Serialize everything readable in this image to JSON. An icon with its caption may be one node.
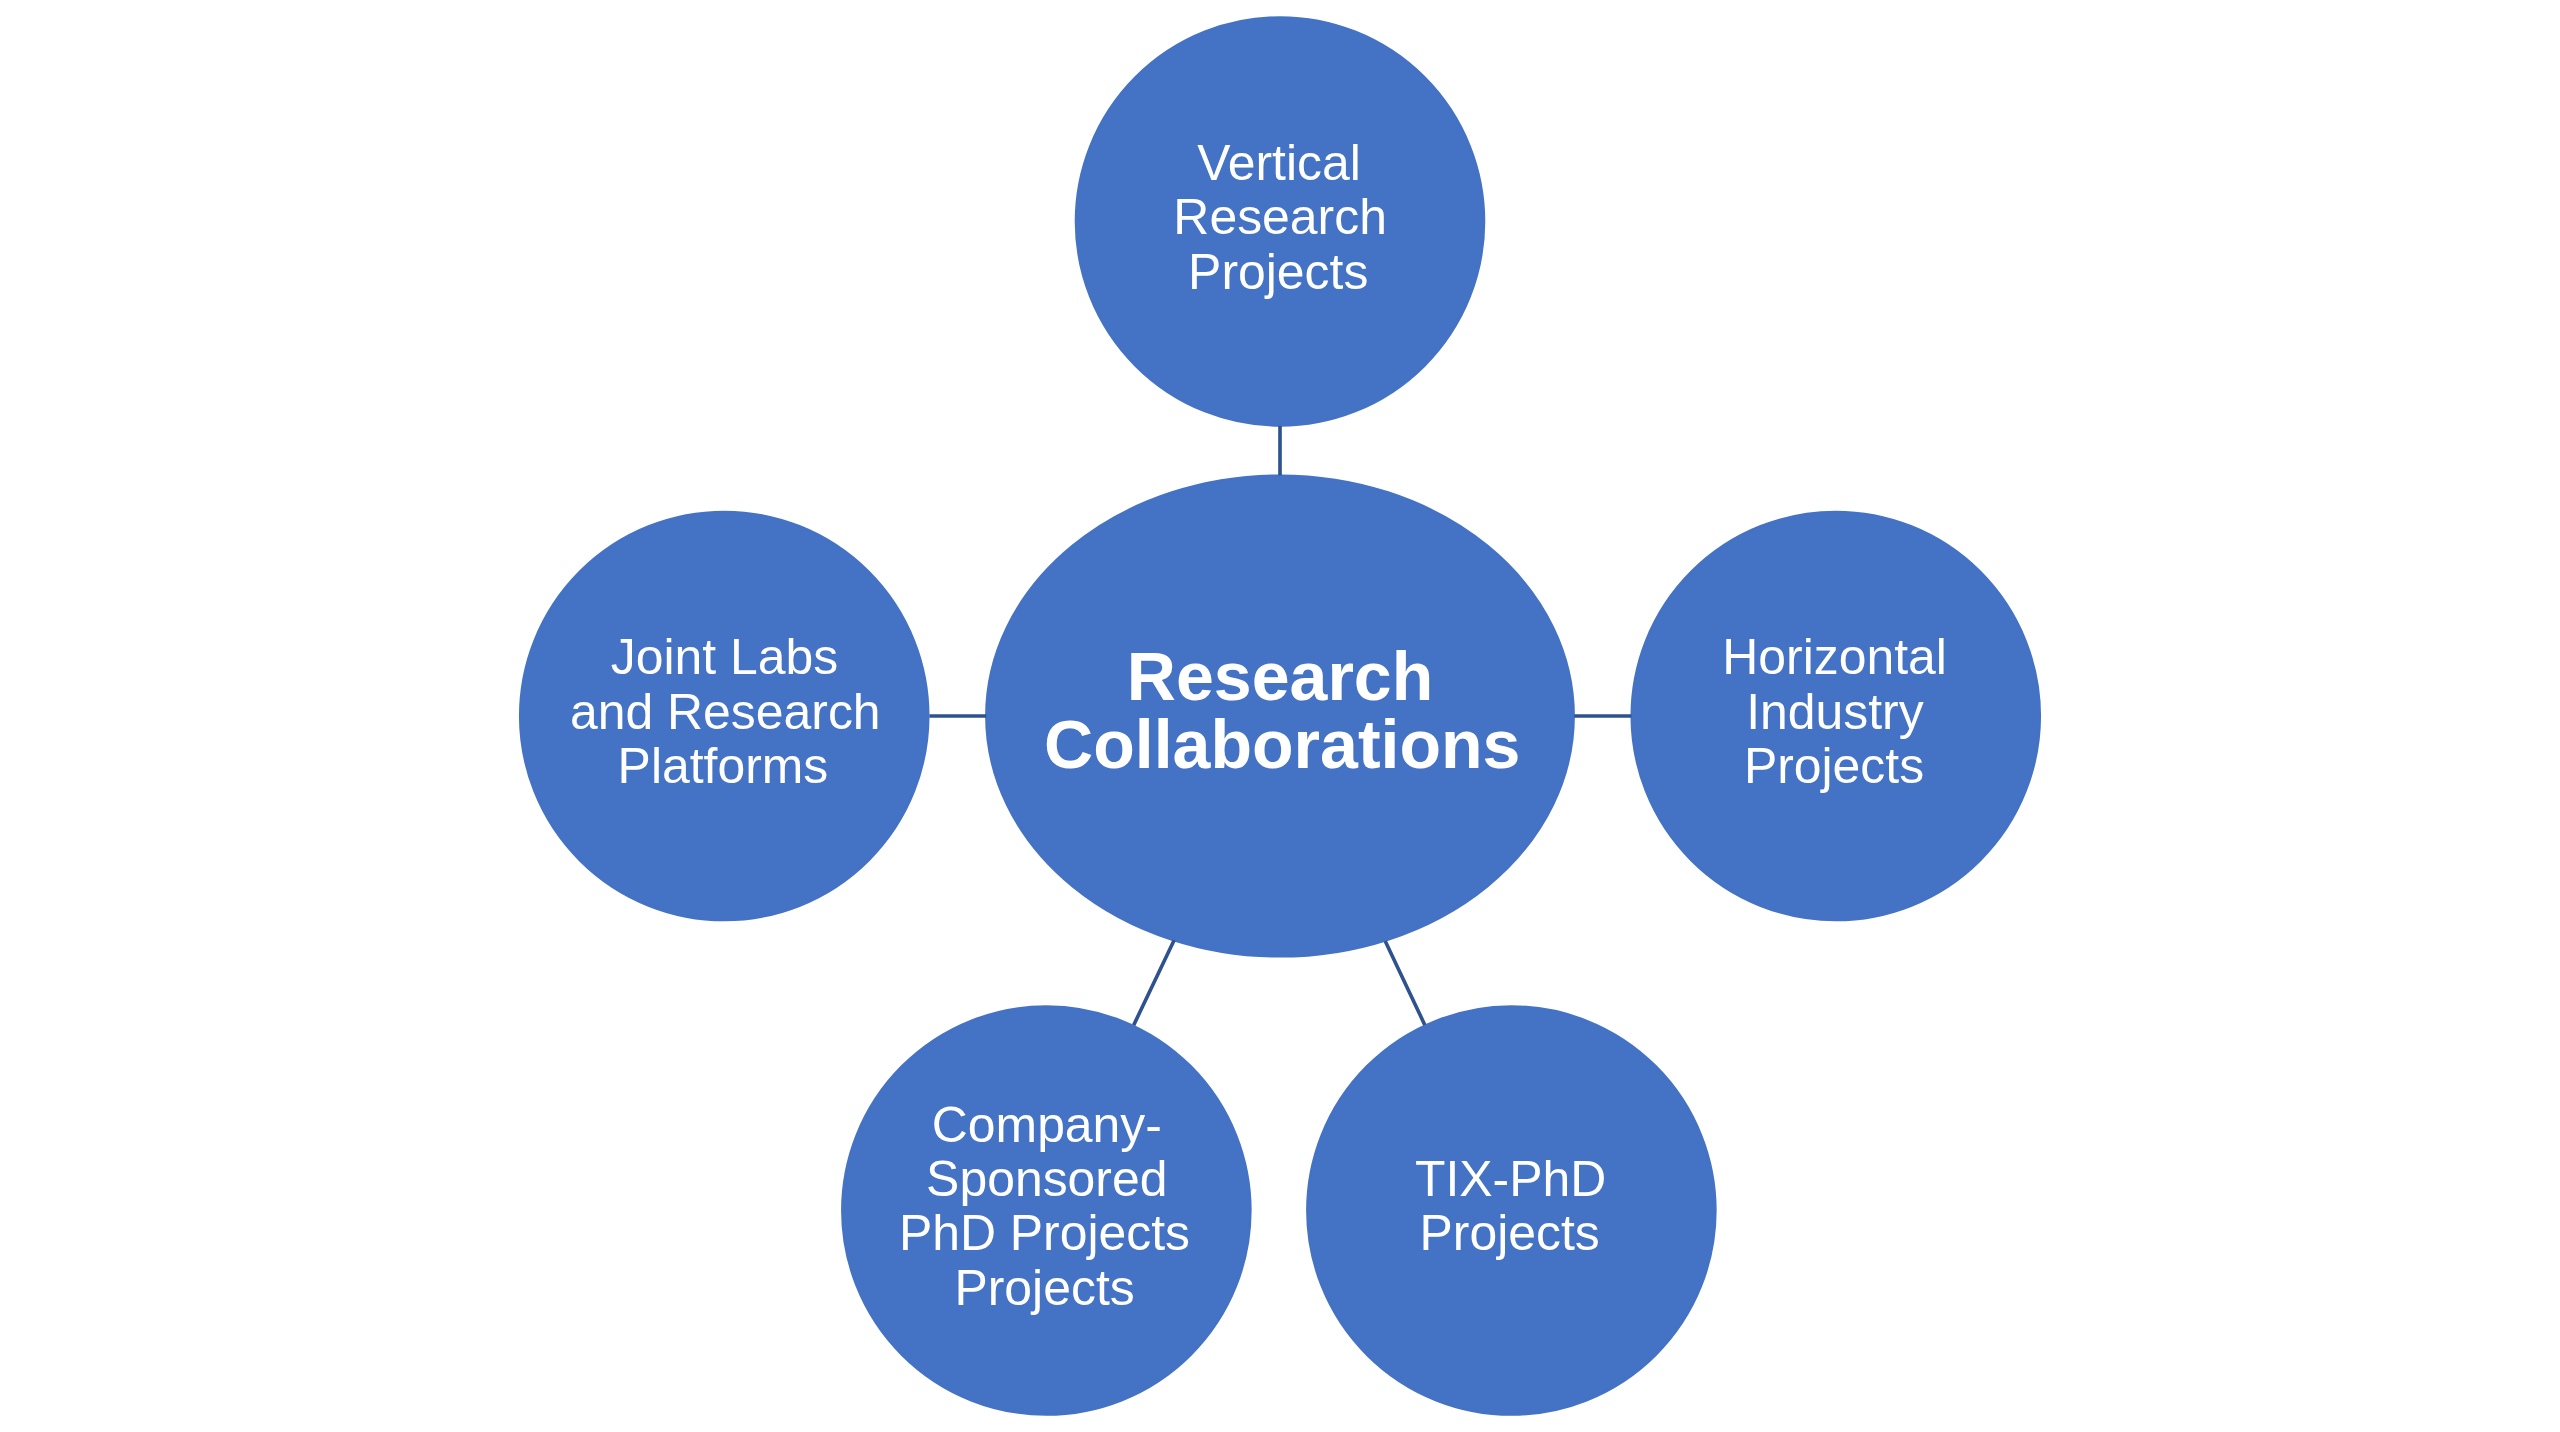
{
  "diagram": {
    "nodes": [
      {
        "text": [
          "Vertical Research Projects"
        ]
      },
      {
        "text": [
          "Joint Labs and Research Platforms"
        ]
      },
      {
        "text": [
          "Horizontal Industry Projects"
        ]
      },
      {
        "text": [
          "Research Collaborations"
        ]
      },
      {
        "text": [
          "Company-Sponsored PhD Projects Projects"
        ]
      },
      {
        "text": [
          "TIX-PhD Projects"
        ]
      }
    ],
    "edges": [
      {
        "from": 0,
        "to": 3,
        "arrow": "none"
      },
      {
        "from": 1,
        "to": 3,
        "arrow": "none"
      },
      {
        "from": 3,
        "to": 2,
        "arrow": "none"
      },
      {
        "from": 3,
        "to": 4,
        "arrow": "none"
      },
      {
        "from": 3,
        "to": 5,
        "arrow": "none"
      }
    ]
  }
}
